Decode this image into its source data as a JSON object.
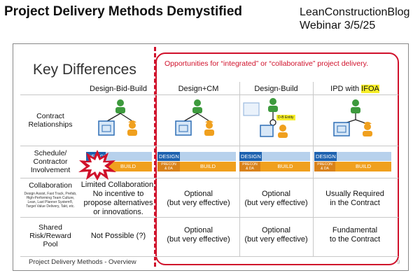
{
  "header": {
    "title": "Project Delivery Methods Demystified",
    "blog": "LeanConstructionBlog",
    "webinar": "Webinar 3/5/25"
  },
  "slide": {
    "heading": "Key Differences",
    "opportunities": "Opportunities for “integrated” or “collaborative” project delivery.",
    "columns": [
      "Design-Bid-Build",
      "Design+CM",
      "Design-Build"
    ],
    "ipd_prefix": "IPD with ",
    "ipd_highlight": "IFOA",
    "rows": {
      "contract": [
        "Contract",
        "Relationships"
      ],
      "schedule": [
        "Schedule/",
        "Contractor",
        "Involvement"
      ],
      "collab": "Collaboration",
      "collab_small": [
        "Design Assist, Fast Track, Prefab,",
        "High-Performing Team Culture,",
        "Lean, Last Planner System®,",
        "Target Value Delivery, Takt, etc."
      ],
      "shared": [
        "Shared",
        "Risk/Reward",
        "Pool"
      ]
    },
    "schedule_labels": {
      "design": "DESIGN",
      "build": "BUILD",
      "precon": [
        "PRECON",
        "& DA"
      ]
    },
    "db_entity": "D-B Entity",
    "collab_cells": [
      [
        "Limited Collaboration.",
        "No incentive to",
        "propose alternatives",
        "or innovations."
      ],
      [
        "Optional",
        "(but very effective)"
      ],
      [
        "Optional",
        "(but very effective)"
      ],
      [
        "Usually Required",
        "in the Contract"
      ]
    ],
    "shared_cells": [
      [
        "Not Possible (?)"
      ],
      [
        "Optional",
        "(but very effective)"
      ],
      [
        "Optional",
        "(but very effective)"
      ],
      [
        "Fundamental",
        "to the Contract"
      ]
    ],
    "footer": "Project Delivery Methods - Overview",
    "page_number": "9"
  },
  "colors": {
    "accent_red": "#d0112b",
    "design_blue": "#1f63b0",
    "build_orange": "#f0a01e",
    "highlight_yellow": "#f7ef2a"
  },
  "icons": [
    "blueprint-icon",
    "architect-icon",
    "contractor-icon",
    "explosion-icon"
  ]
}
